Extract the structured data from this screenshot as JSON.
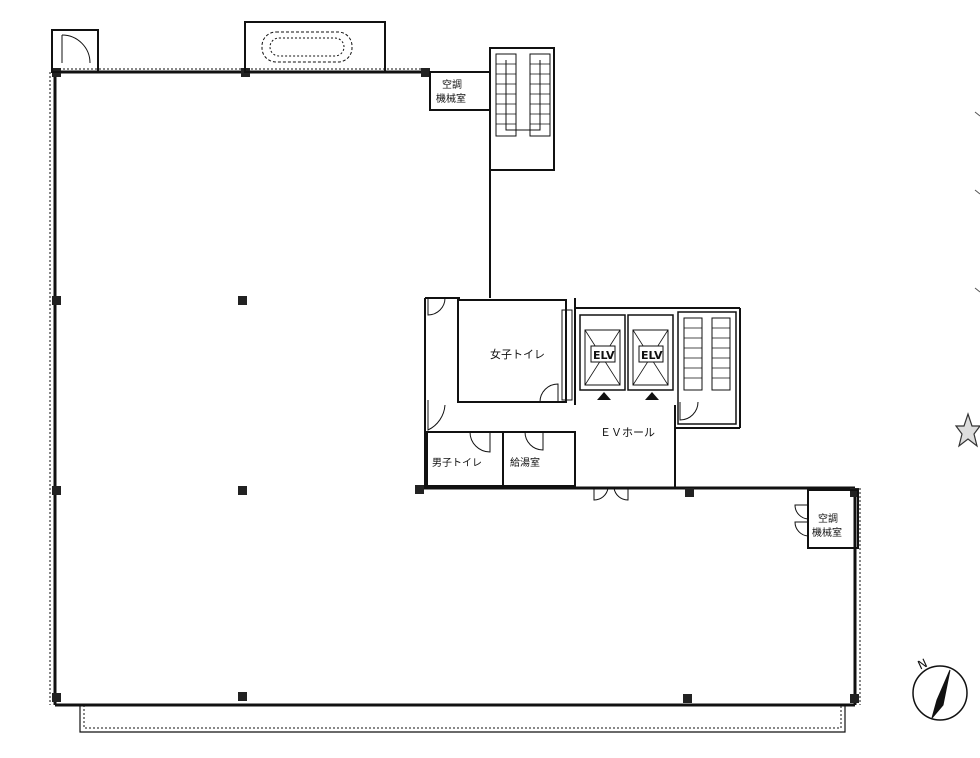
{
  "floor_plan": {
    "rooms": {
      "womens_toilet": "女子トイレ",
      "mens_toilet": "男子トイレ",
      "kitchenette": "給湯室",
      "ev_hall": "ＥＶホール",
      "hvac_room_upper": [
        "空調",
        "機械室"
      ],
      "hvac_room_right": [
        "空調",
        "機械室"
      ]
    },
    "elevators": [
      "ELV",
      "ELV"
    ],
    "north_label": "N"
  }
}
